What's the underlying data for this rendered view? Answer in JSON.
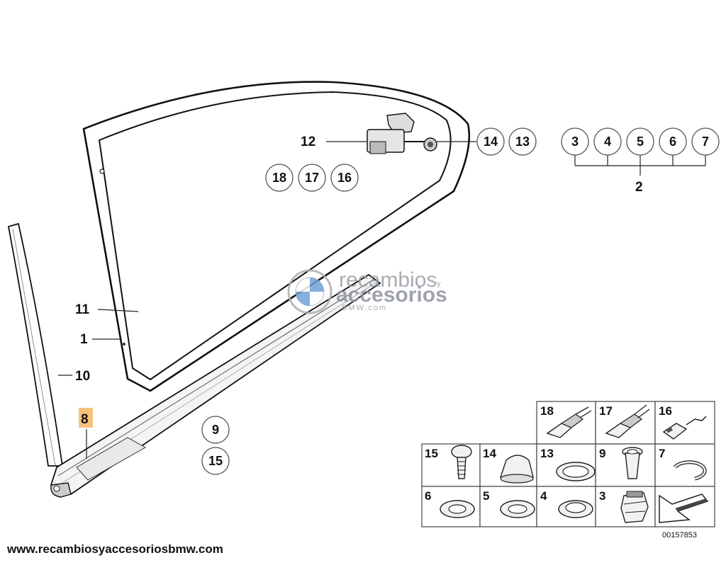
{
  "callouts": {
    "c14": "14",
    "c13": "13",
    "c3": "3",
    "c4": "4",
    "c5": "5",
    "c6": "6",
    "c7": "7",
    "c18": "18",
    "c17": "17",
    "c16": "16",
    "c9": "9",
    "c15": "15"
  },
  "labels": {
    "l12": "12",
    "l2": "2",
    "l11": "11",
    "l1": "1",
    "l10": "10",
    "l8": "8"
  },
  "legend": {
    "c18": "18",
    "c17": "17",
    "c16": "16",
    "c15": "15",
    "c14": "14",
    "c13": "13",
    "c9": "9",
    "c7": "7",
    "c6": "6",
    "c5": "5",
    "c4": "4",
    "c3": "3"
  },
  "watermark": {
    "line1": "recambios",
    "line2": "accesorios",
    "line3": "BMW.com",
    "y": "y"
  },
  "diagram_code": "00157853",
  "footer_url": "www.recambiosyaccesoriosbmw.com",
  "colors": {
    "highlight": "#f5c27d",
    "line": "#222222"
  }
}
